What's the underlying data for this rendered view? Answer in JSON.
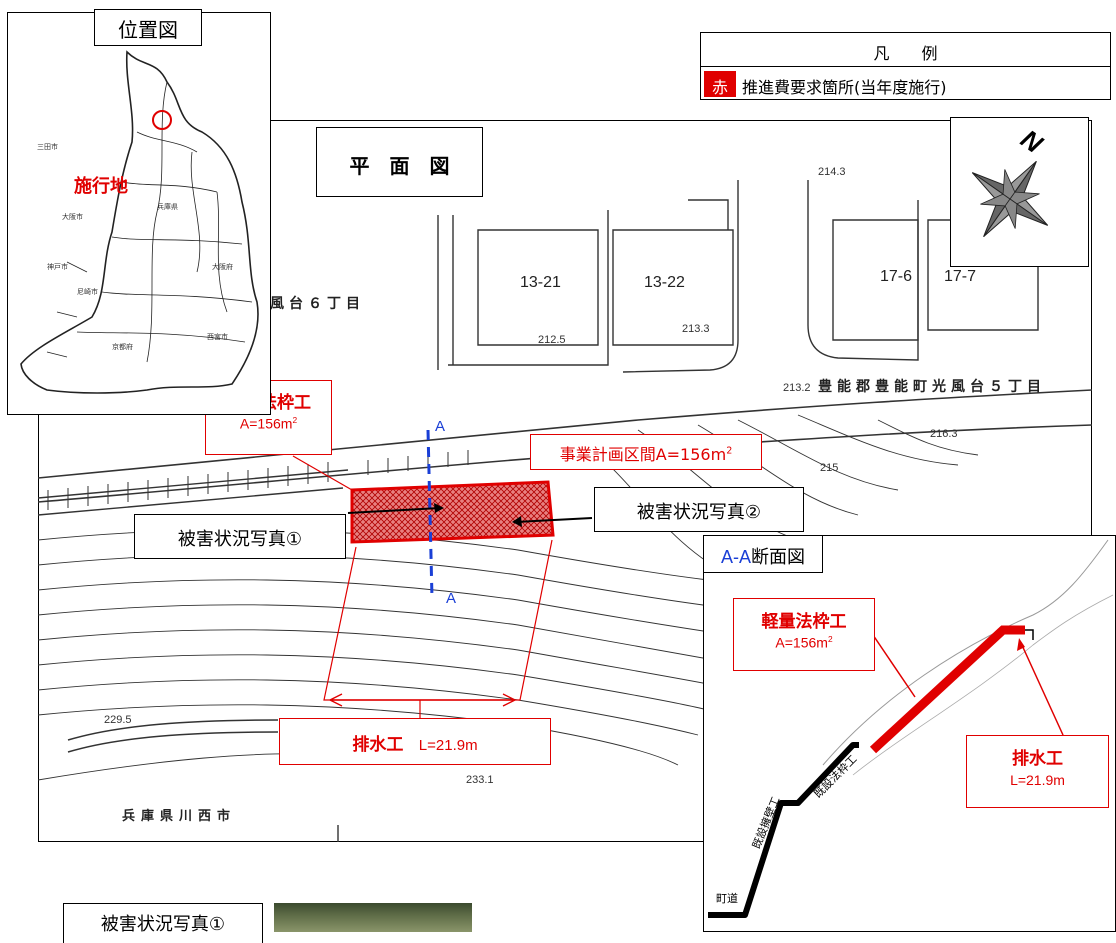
{
  "location_map": {
    "title": "位置図",
    "site_label": "施行地",
    "place_labels": [
      "三田市",
      "大阪市",
      "神戸市",
      "兵庫県",
      "大阪府",
      "京都府",
      "尼崎市",
      "西宮市"
    ]
  },
  "legend": {
    "title": "凡　　例",
    "swatch_label": "赤",
    "text": "推進費要求箇所(当年度施行)"
  },
  "plan_view": {
    "title": "平　面　図",
    "town_labels": {
      "left": "風台６丁目",
      "right": "豊能郡豊能町光風台５丁目",
      "bottom": "兵庫県川西市"
    },
    "lot_numbers": [
      "13-21",
      "13-22",
      "17-6",
      "17-7"
    ],
    "elevations": [
      "214.3",
      "212.5",
      "213.3",
      "213.2",
      "216.3",
      "215",
      "229.5",
      "233.1"
    ],
    "section_marker": "A",
    "annotations": {
      "frame_work": {
        "name": "軽量法枠工",
        "area_prefix": "A=156m",
        "area_sup": "2"
      },
      "project_section": {
        "text_prefix": "事業計画区間A=156m",
        "text_sup": "2"
      },
      "drainage": {
        "name": "排水工",
        "length": "L=21.9m"
      },
      "photo1": "被害状況写真①",
      "photo2": "被害状況写真②"
    }
  },
  "section_view": {
    "title_prefix": "A-A",
    "title_suffix": "断面図",
    "frame_work": {
      "name": "軽量法枠工",
      "area_prefix": "A=156m",
      "area_sup": "2"
    },
    "drainage": {
      "name": "排水工",
      "length": "L=21.9m"
    },
    "labels": {
      "road": "町道",
      "retaining_wall": "既設擁壁工",
      "existing_frame": "既設法枠工"
    }
  },
  "photo_panel": {
    "title": "被害状況写真①"
  },
  "compass": {
    "north_label": "N"
  },
  "colors": {
    "accent_red": "#e00000",
    "section_blue": "#1a3fd6"
  }
}
